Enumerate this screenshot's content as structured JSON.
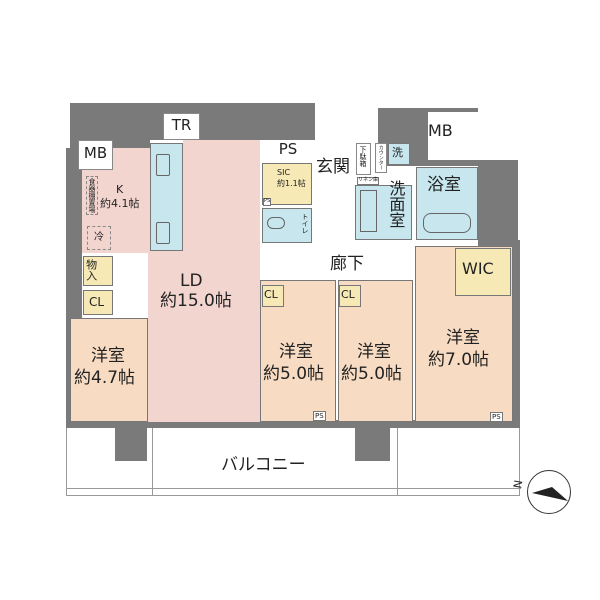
{
  "rooms": {
    "mb_left": "MB",
    "tr": "TR",
    "ps_top": "PS",
    "mb_right": "MB",
    "kitchen": {
      "name": "K",
      "size": "約4.1帖"
    },
    "dish_shelf": "食器棚置場",
    "fridge": "冷",
    "ld": {
      "name": "LD",
      "size": "約15.0帖"
    },
    "sic": {
      "name": "SIC",
      "size": "約1.1帖"
    },
    "ps_small": "PS",
    "toilet": "トイレ",
    "entrance": "玄関",
    "shoe_box": "下駄箱",
    "counter": "カウンター",
    "linen": "リネン庫",
    "washer": "洗",
    "washroom": "洗面室",
    "bath": "浴室",
    "hallway": "廊下",
    "wic": "WIC",
    "storage": "物入",
    "cl1": "CL",
    "cl2": "CL",
    "cl3": "CL",
    "room1": {
      "name": "洋室",
      "size": "約4.7帖"
    },
    "room2": {
      "name": "洋室",
      "size": "約5.0帖"
    },
    "room3": {
      "name": "洋室",
      "size": "約5.0帖"
    },
    "room4": {
      "name": "洋室",
      "size": "約7.0帖"
    },
    "ps2": "PS",
    "ps3": "PS",
    "balcony": "バルコニー"
  },
  "compass": "N"
}
